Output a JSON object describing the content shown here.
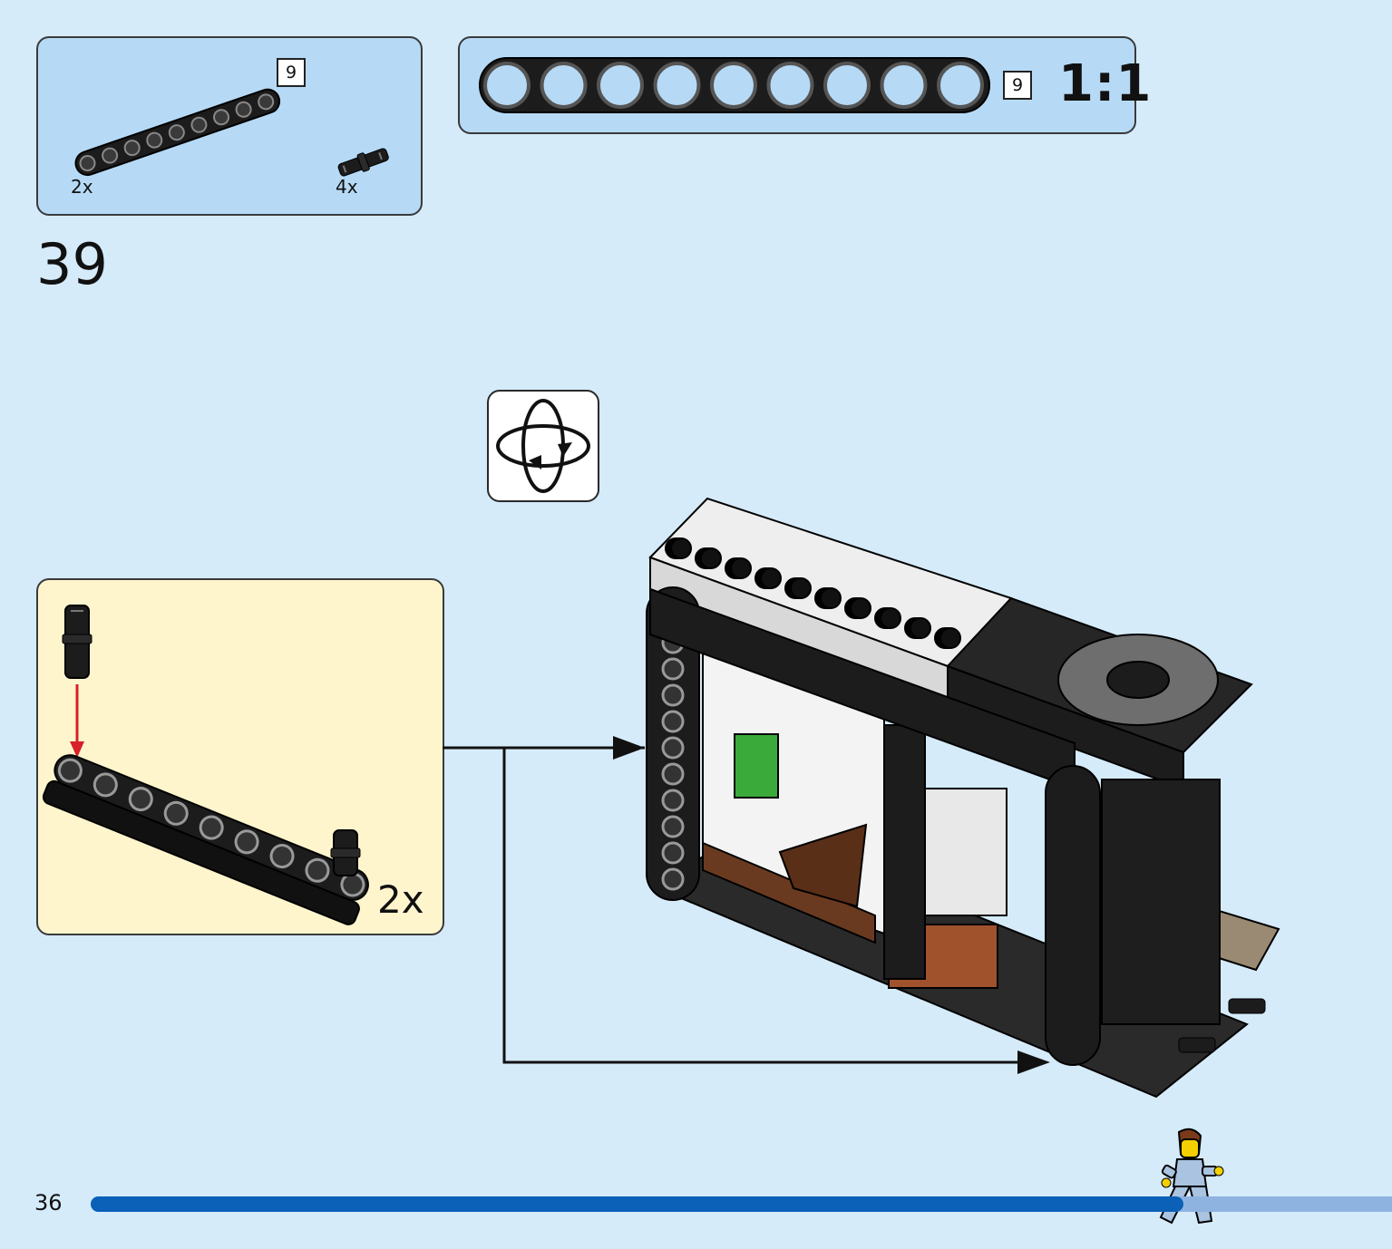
{
  "parts_callout": {
    "parts": [
      {
        "name": "technic-beam-9",
        "length_label": "9",
        "quantity": "2x"
      },
      {
        "name": "technic-pin",
        "quantity": "4x"
      }
    ]
  },
  "scale_reference": {
    "length_label": "9",
    "scale": "1:1",
    "holes": 9
  },
  "step": {
    "number": "39"
  },
  "subassembly": {
    "multiplier": "2x"
  },
  "icons": {
    "rotate": "rotate-model-icon"
  },
  "colors": {
    "background": "#d5ebfa",
    "callout": "#b6daf6",
    "subassembly": "#fff5cd",
    "progress": "#0b60b7",
    "progress_track": "#8fb3e0",
    "arrow_red": "#d6202a"
  },
  "page": {
    "number": "36",
    "progress": 0.84
  }
}
